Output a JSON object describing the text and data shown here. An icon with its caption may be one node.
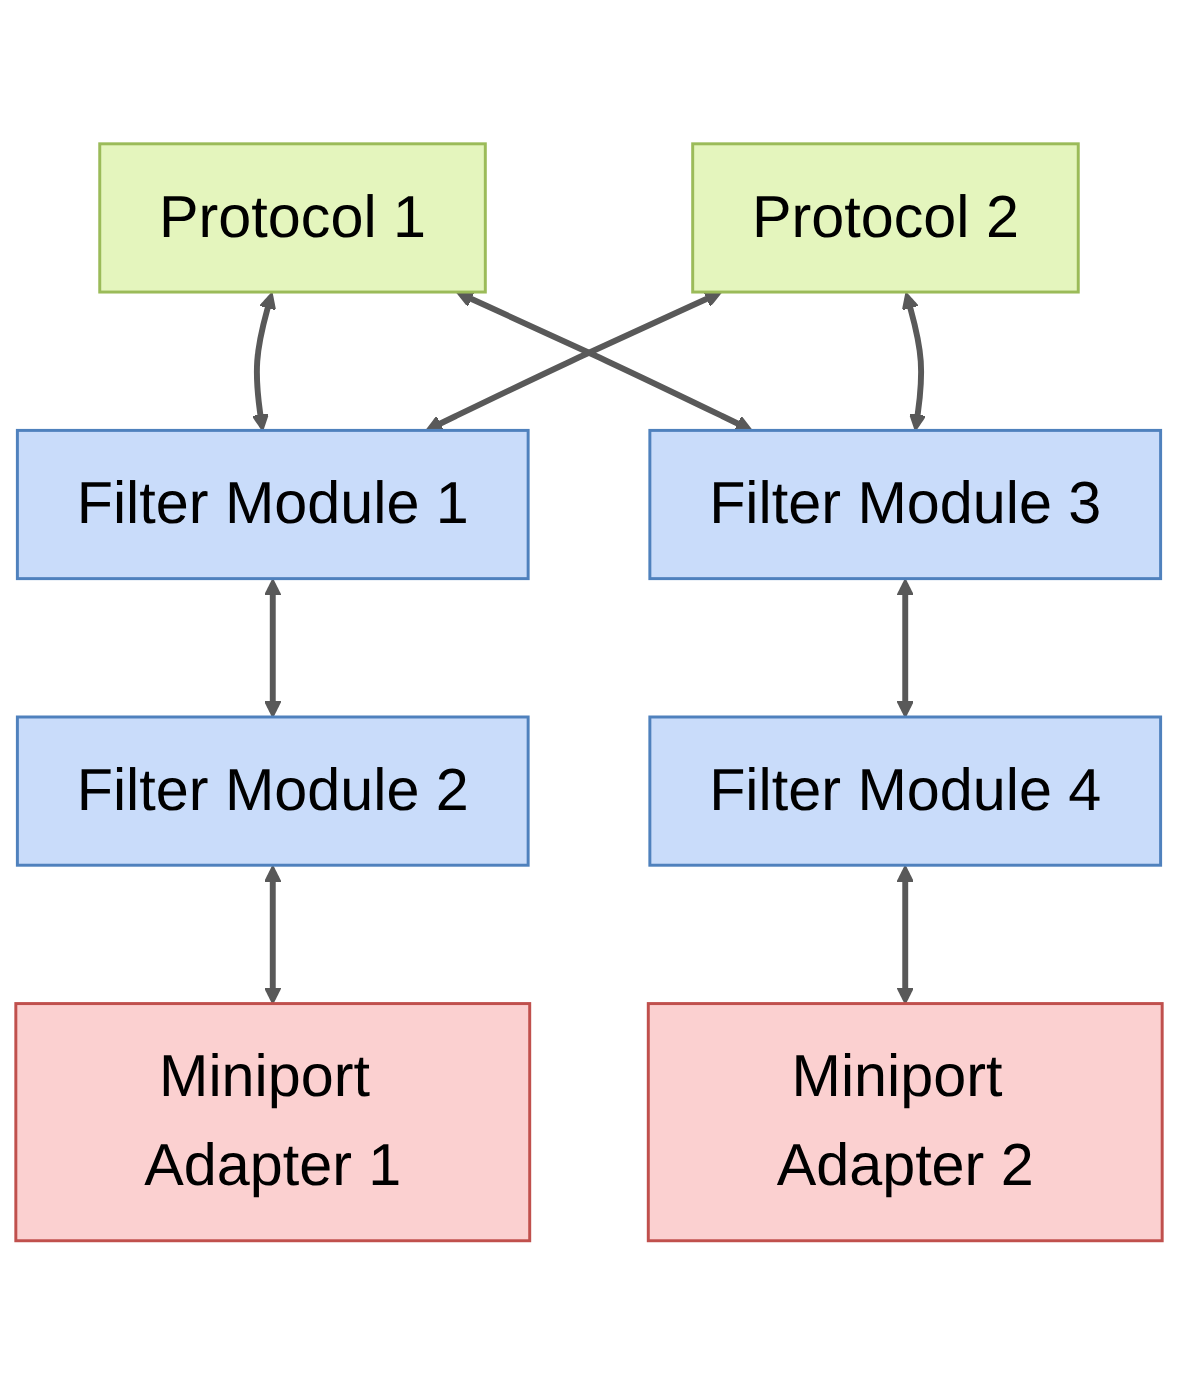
{
  "diagram": {
    "nodes": [
      {
        "text": [
          "Protocol 1"
        ]
      },
      {
        "text": [
          "Protocol 2"
        ]
      },
      {
        "text": [
          "Filter Module 1"
        ]
      },
      {
        "text": [
          "Filter Module 3"
        ]
      },
      {
        "text": [
          "Filter Module 2"
        ]
      },
      {
        "text": [
          "Filter Module 4"
        ]
      },
      {
        "text": [
          "Miniport Adapter 1"
        ]
      },
      {
        "text": [
          "Miniport Adapter 2"
        ]
      }
    ],
    "edges": [
      {
        "from": 0,
        "to": 2,
        "arrow": "both"
      },
      {
        "from": 0,
        "to": 3,
        "arrow": "both"
      },
      {
        "from": 1,
        "to": 2,
        "arrow": "both"
      },
      {
        "from": 1,
        "to": 3,
        "arrow": "both"
      },
      {
        "from": 2,
        "to": 4,
        "arrow": "both"
      },
      {
        "from": 3,
        "to": 5,
        "arrow": "both"
      },
      {
        "from": 4,
        "to": 6,
        "arrow": "both"
      },
      {
        "from": 5,
        "to": 7,
        "arrow": "both"
      }
    ]
  }
}
